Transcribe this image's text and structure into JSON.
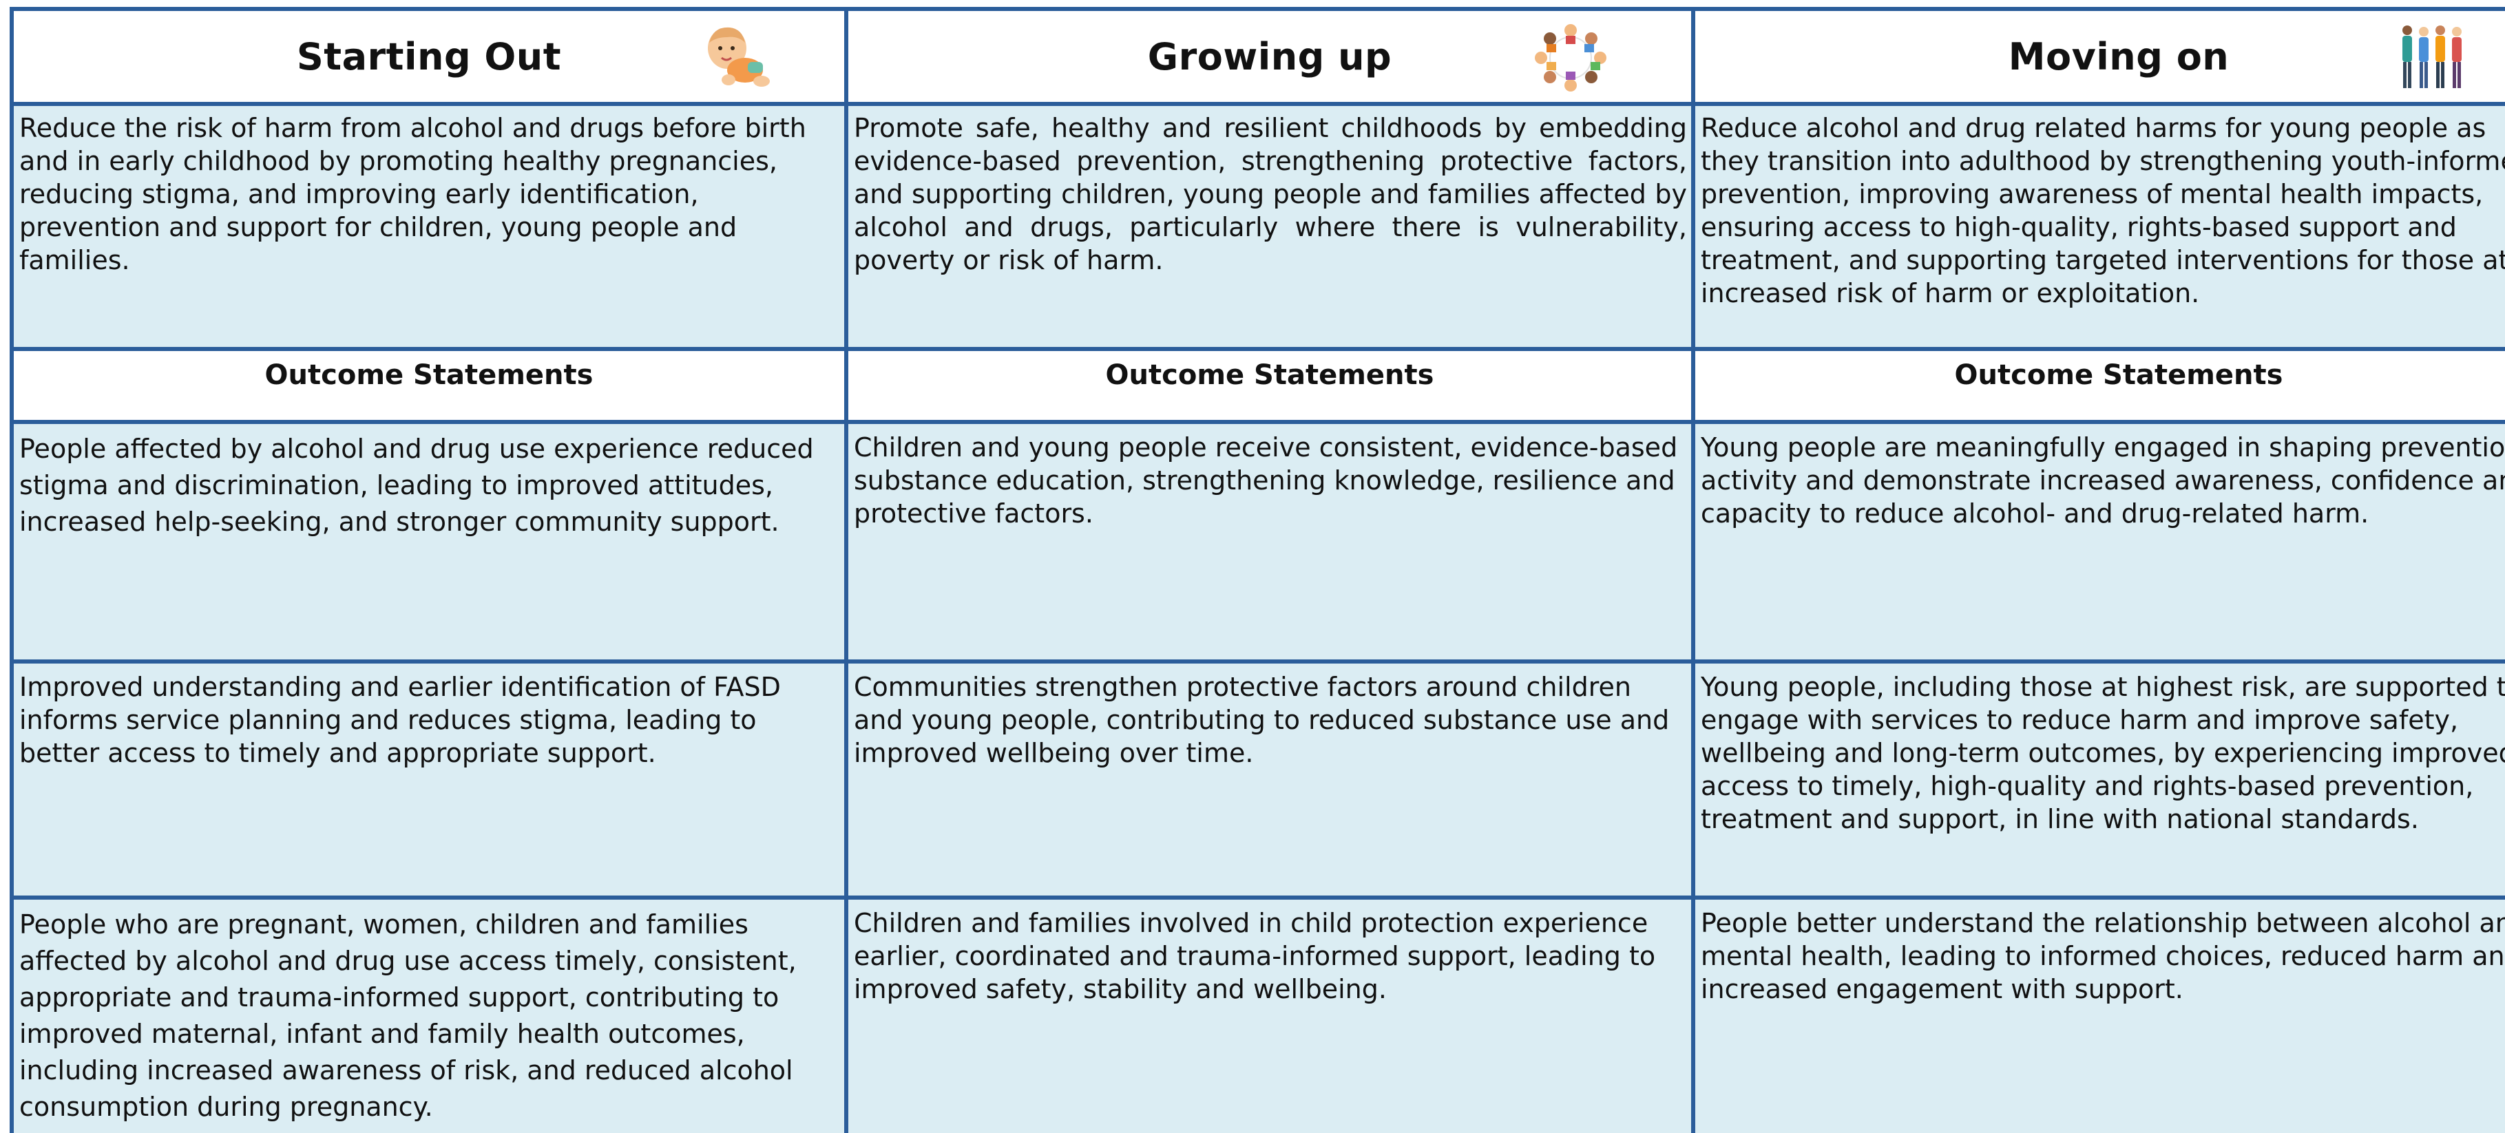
{
  "columns": [
    {
      "title": "Starting Out",
      "icon": "baby-icon",
      "intro": "Reduce the risk of harm from alcohol and drugs before birth and in early childhood by promoting healthy pregnancies, reducing stigma, and improving early identification, prevention and support for children, young people and families.",
      "outcome_heading": "Outcome Statements",
      "outcomes": [
        "People affected by alcohol and drug use experience reduced stigma and discrimination, leading to improved attitudes, increased help-seeking, and stronger community support.",
        "Improved understanding and earlier identification of FASD informs service planning and reduces stigma, leading to better access to timely and appropriate support.",
        "People who are pregnant, women, children and families affected by alcohol and drug use access timely, consistent, appropriate and trauma-informed support, contributing to improved maternal, infant and family health outcomes, including increased awareness of risk, and reduced alcohol consumption during pregnancy."
      ]
    },
    {
      "title": "Growing up",
      "icon": "children-circle-icon",
      "intro": "Promote safe, healthy and resilient childhoods by embedding evidence-based prevention, strengthening protective factors, and supporting children, young people and families affected by alcohol and drugs, particularly where there is vulnerability, poverty or risk of harm.",
      "outcome_heading": "Outcome Statements",
      "outcomes": [
        "Children and young people receive consistent, evidence-based substance education, strengthening knowledge, resilience and protective factors.",
        "Communities strengthen protective factors around children and young people, contributing to reduced substance use and improved wellbeing over time.",
        "Children and families involved in child protection experience earlier, coordinated and trauma-informed support, leading to improved safety, stability and wellbeing."
      ]
    },
    {
      "title": "Moving on",
      "icon": "young-people-group-icon",
      "intro": "Reduce alcohol and drug related harms for young people as they transition into adulthood by strengthening youth-informed prevention, improving awareness of mental health impacts, ensuring access to high-quality, rights-based support and treatment, and supporting targeted interventions for those at increased risk of harm or exploitation.",
      "outcome_heading": "Outcome Statements",
      "outcomes": [
        "Young people are meaningfully engaged in shaping prevention activity and demonstrate increased awareness, confidence and capacity to reduce alcohol- and drug-related harm.",
        "Young people, including those at highest risk, are supported to engage with services to reduce harm and improve safety, wellbeing and long-term outcomes, by experiencing improved access to timely, high-quality and rights-based prevention, treatment and support, in line with national standards.",
        "People better understand the relationship between alcohol and mental health, leading to informed choices, reduced harm and increased engagement with support."
      ]
    }
  ],
  "colors": {
    "border": "#2b5d9a",
    "cell_fill": "#dbedf3",
    "header_fill": "#ffffff"
  }
}
